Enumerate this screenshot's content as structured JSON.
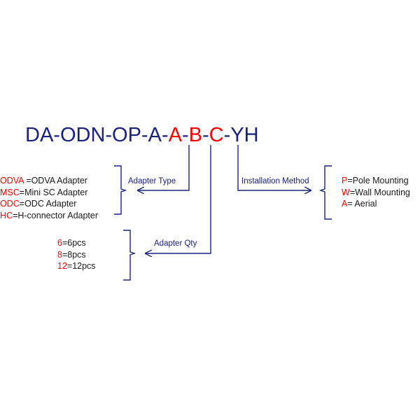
{
  "colors": {
    "primary": "#1a2280",
    "highlight": "#ff0000",
    "text": "#1a1a1a",
    "line": "#1a2280"
  },
  "code": {
    "segments": [
      {
        "text": "DA-ODN-OP-A-",
        "highlight": false
      },
      {
        "text": "A",
        "highlight": true
      },
      {
        "text": "-",
        "highlight": false
      },
      {
        "text": "B",
        "highlight": true
      },
      {
        "text": "-",
        "highlight": false
      },
      {
        "text": "C",
        "highlight": true
      },
      {
        "text": "-",
        "highlight": false
      },
      {
        "text": "YH",
        "highlight": false
      }
    ]
  },
  "labels": {
    "adapter_type": "Adapter Type",
    "adapter_qty": "Adapter Qty",
    "installation_method": "Installation Method"
  },
  "adapter_type_options": [
    {
      "code": "ODVA",
      "desc": " =ODVA Adapter"
    },
    {
      "code": "MSC",
      "desc": "=Mini SC Adapter"
    },
    {
      "code": "ODC",
      "desc": "=ODC Adapter"
    },
    {
      "code": "HC",
      "desc": "=H-connector Adapter"
    }
  ],
  "adapter_qty_options": [
    {
      "code": "6",
      "desc": "=6pcs"
    },
    {
      "code": "8",
      "desc": "=8pcs"
    },
    {
      "code": "12",
      "desc": "=12pcs"
    }
  ],
  "installation_options": [
    {
      "code": "P",
      "desc": "=Pole Mounting"
    },
    {
      "code": "W",
      "desc": "=Wall Mounting"
    },
    {
      "code": "A",
      "desc": "= Aerial"
    }
  ]
}
